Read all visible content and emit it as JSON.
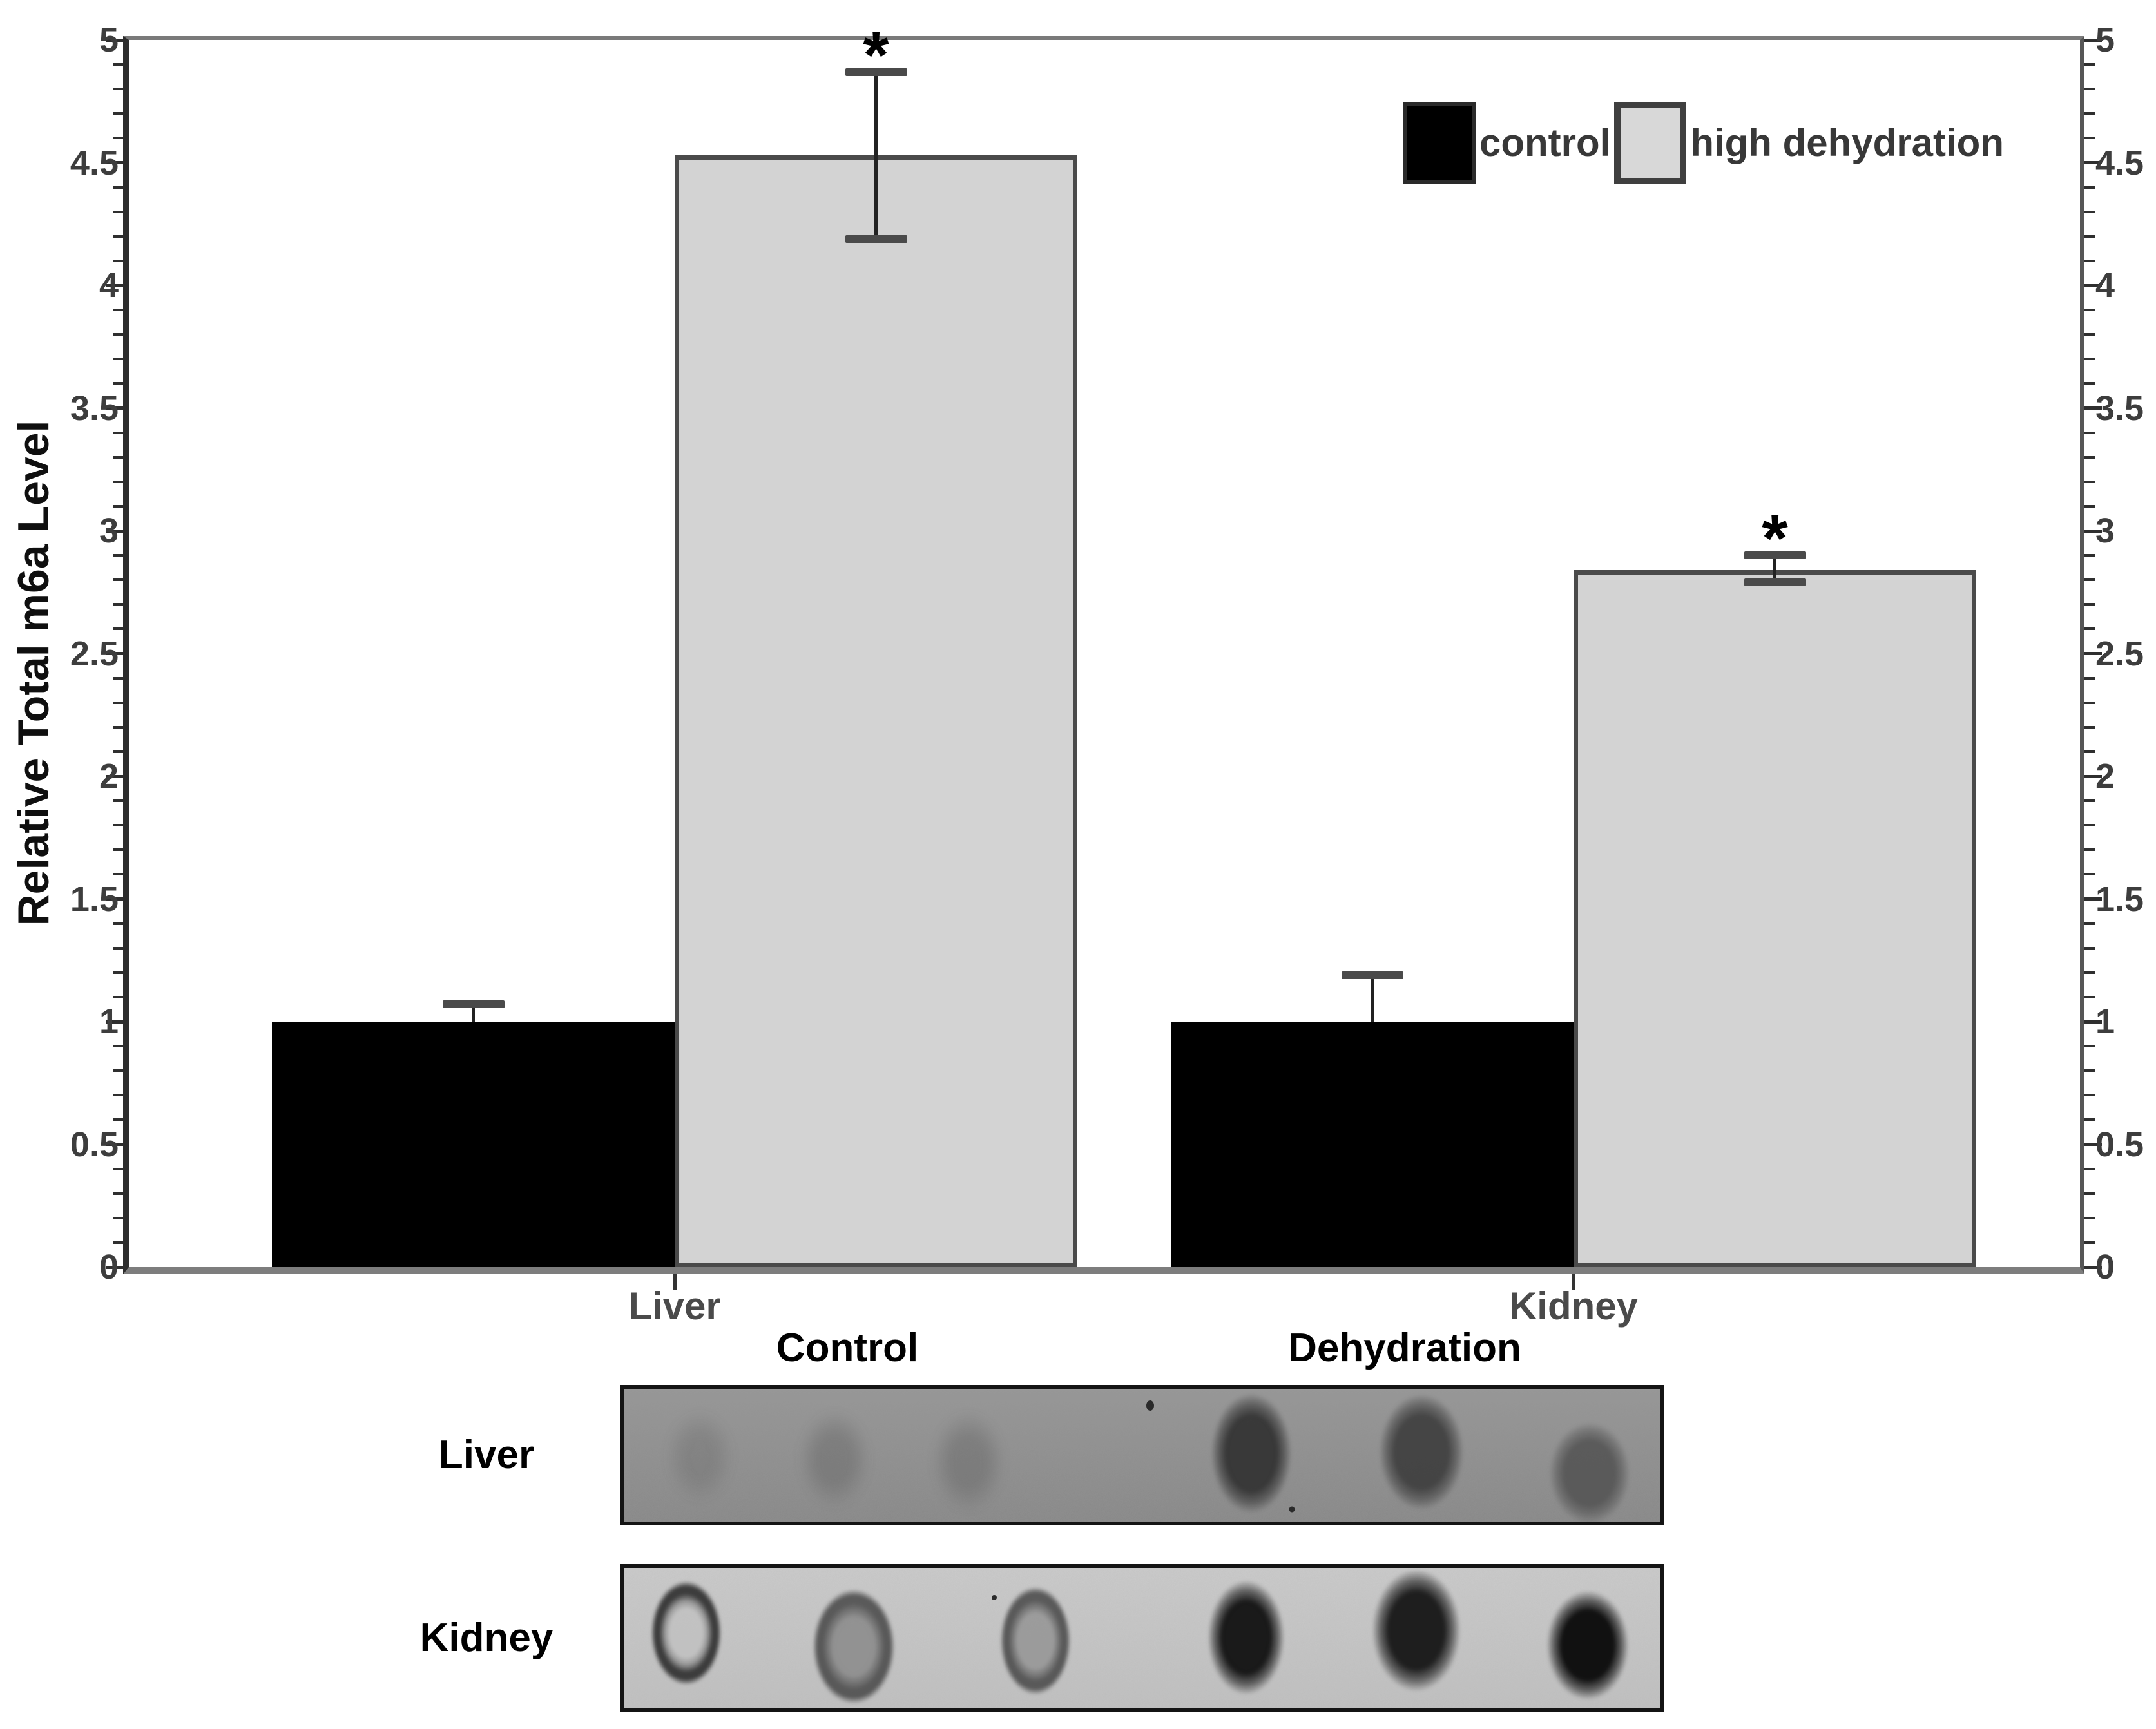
{
  "colors": {
    "control_fill": "#000000",
    "dehydration_fill": "#d3d3d3",
    "dehydration_border": "#4a4a4a",
    "axis_line": "#2d2d2d",
    "frame_gray": "#7a7a7a",
    "tick_label": "#3d3d3d",
    "x_label": "#4a4a4a",
    "legend_text": "#383838",
    "liver_panel_bg": "#8e8e8e",
    "kidney_panel_bg": "#c6c6c6"
  },
  "chart_data": {
    "type": "bar",
    "title": "",
    "ylabel": "Relative Total m6a Level",
    "xlabel": "",
    "categories": [
      "Liver",
      "Kidney"
    ],
    "series": [
      {
        "name": "control",
        "color": "#000000",
        "values": [
          1.0,
          1.0
        ],
        "errors_plus": [
          0.07,
          0.19
        ],
        "errors_minus": [
          0,
          0
        ],
        "significance": [
          "",
          ""
        ]
      },
      {
        "name": "high dehydration",
        "color": "#d3d3d3",
        "values": [
          4.53,
          2.84
        ],
        "errors_plus": [
          0.34,
          0.06
        ],
        "errors_minus": [
          0.34,
          0.05
        ],
        "significance": [
          "*",
          "*"
        ]
      }
    ],
    "ylim": [
      0,
      5
    ],
    "ytick_step": 0.5,
    "yminor_step": 0.1,
    "ytick_labels": [
      "0",
      "0.5",
      "1",
      "1.5",
      "2",
      "2.5",
      "3",
      "3.5",
      "4",
      "4.5",
      "5"
    ],
    "dual_y_axis": true,
    "grid": false,
    "legend_position": "top-right",
    "legend_labels": [
      "control",
      "high dehydration"
    ]
  },
  "blots": {
    "col_headers": [
      "Control",
      "Dehydration"
    ],
    "rows": [
      {
        "label": "Liver",
        "background": "#8e8e8e",
        "dots": [
          {
            "x": 0.073,
            "y": 0.48,
            "w": 112,
            "h": 150,
            "kind": "faint",
            "color": "#3c3c3c",
            "alpha": 0.16
          },
          {
            "x": 0.202,
            "y": 0.5,
            "w": 118,
            "h": 158,
            "kind": "faint",
            "color": "#3c3c3c",
            "alpha": 0.23
          },
          {
            "x": 0.33,
            "y": 0.52,
            "w": 120,
            "h": 164,
            "kind": "faint",
            "color": "#3c3c3c",
            "alpha": 0.23
          },
          {
            "x": 0.601,
            "y": 0.46,
            "w": 126,
            "h": 186,
            "kind": "solid",
            "color": "#323232",
            "alpha": 0.93
          },
          {
            "x": 0.764,
            "y": 0.45,
            "w": 132,
            "h": 180,
            "kind": "solid",
            "color": "#3a3a3a",
            "alpha": 0.88
          },
          {
            "x": 0.925,
            "y": 0.6,
            "w": 126,
            "h": 158,
            "kind": "solid",
            "color": "#515151",
            "alpha": 0.85
          }
        ],
        "specks": [
          {
            "x": 0.504,
            "y": 0.12,
            "w": 12,
            "h": 16
          },
          {
            "x": 0.64,
            "y": 0.86,
            "w": 9,
            "h": 9
          }
        ]
      },
      {
        "label": "Kidney",
        "background": "#c6c6c6",
        "dots": [
          {
            "x": 0.06,
            "y": 0.44,
            "w": 110,
            "h": 162,
            "kind": "ring",
            "color": "#4a4a4a",
            "alpha": 0.9
          },
          {
            "x": 0.22,
            "y": 0.53,
            "w": 128,
            "h": 178,
            "kind": "rim",
            "color": "#8c8c8c",
            "alpha": 0.9
          },
          {
            "x": 0.394,
            "y": 0.49,
            "w": 110,
            "h": 168,
            "kind": "rim",
            "color": "#979797",
            "alpha": 0.9
          },
          {
            "x": 0.596,
            "y": 0.47,
            "w": 120,
            "h": 178,
            "kind": "solid",
            "color": "#141414",
            "alpha": 0.97
          },
          {
            "x": 0.759,
            "y": 0.42,
            "w": 138,
            "h": 190,
            "kind": "solid",
            "color": "#191919",
            "alpha": 0.97
          },
          {
            "x": 0.923,
            "y": 0.52,
            "w": 128,
            "h": 170,
            "kind": "solid",
            "color": "#0d0d0d",
            "alpha": 0.98
          }
        ],
        "specks": [
          {
            "x": 0.355,
            "y": 0.2,
            "w": 8,
            "h": 8
          }
        ]
      }
    ]
  }
}
